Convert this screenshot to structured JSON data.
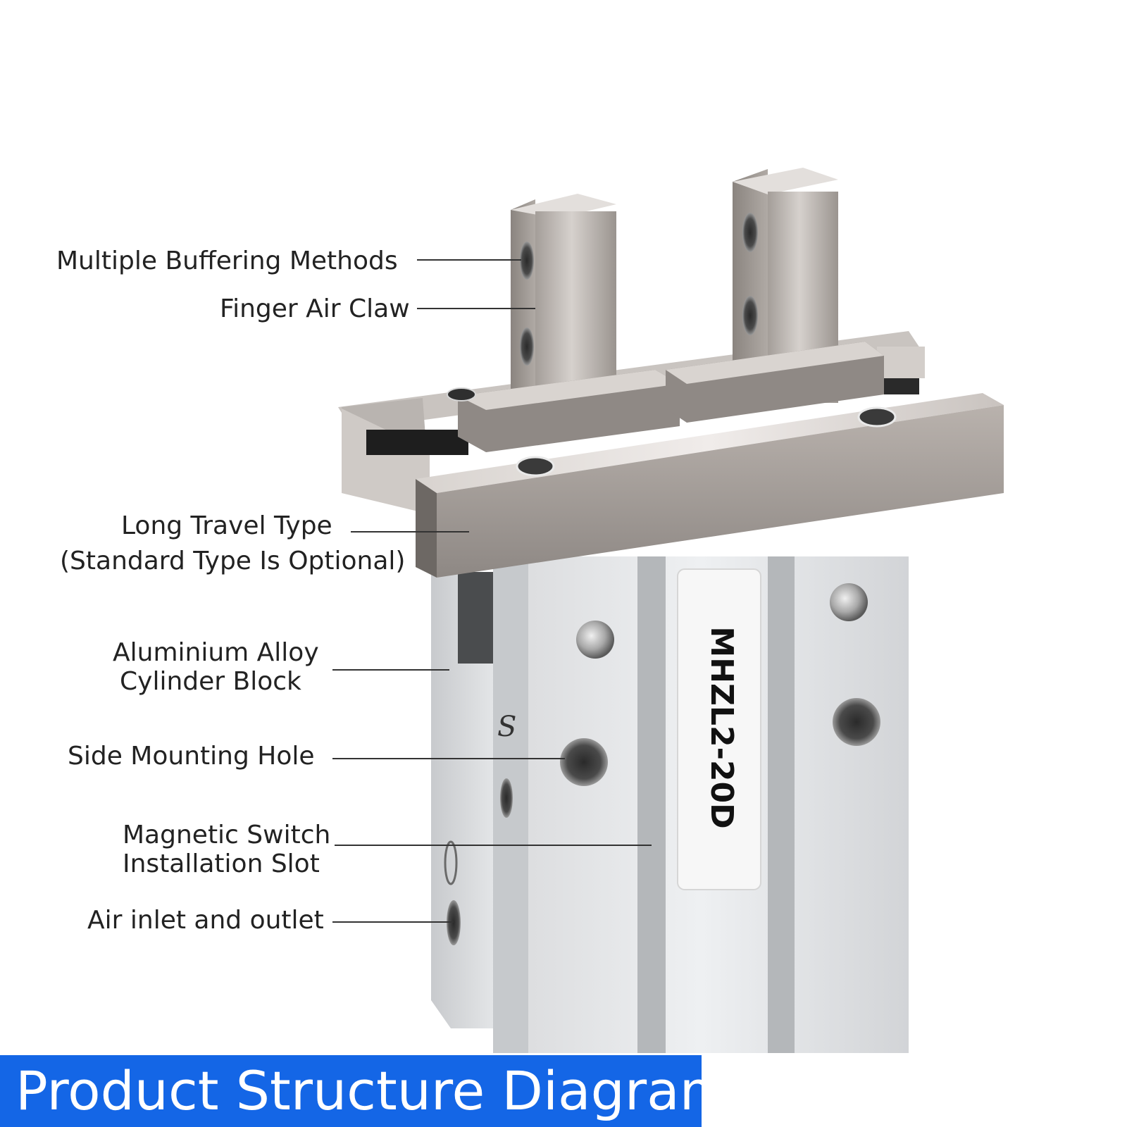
{
  "banner": {
    "title": "Product Structure Diagram",
    "color": "#1466e6"
  },
  "model_label": "MHZL2-20D",
  "slot_mark": "S",
  "callouts": {
    "buffering": "Multiple Buffering Methods",
    "finger": "Finger Air Claw",
    "long_travel_1": "Long Travel Type",
    "long_travel_2": "(Standard Type Is Optional)",
    "alloy_1": "Aluminium Alloy",
    "alloy_2": "Cylinder Block",
    "mounting": "Side Mounting Hole",
    "magnetic_1": "Magnetic Switch",
    "magnetic_2": "Installation Slot",
    "air": "Air inlet and outlet"
  }
}
